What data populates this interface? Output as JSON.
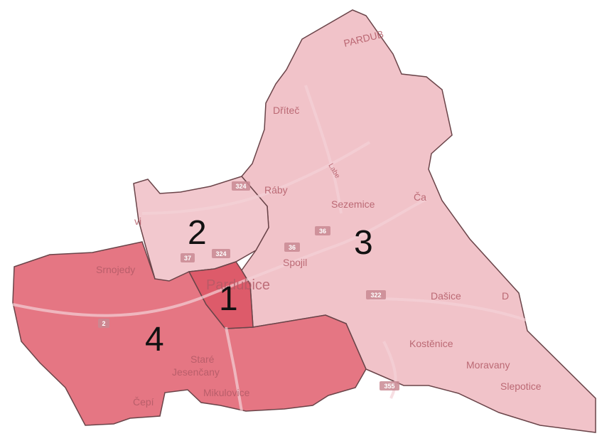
{
  "colors": {
    "zone_1": "#dd5b6a",
    "zone_2": "#f2c8ce",
    "zone_3": "#f1c3c9",
    "zone_4": "#e57683",
    "border": "#6a4449"
  },
  "zones": [
    {
      "number": "1"
    },
    {
      "number": "2"
    },
    {
      "number": "3"
    },
    {
      "number": "4"
    }
  ],
  "places": {
    "parduba": "PARDUB",
    "dritec": "Dříteč",
    "raby": "Ráby",
    "sezemice": "Sezemice",
    "ca": "Ča",
    "srnojedy": "Srnojedy",
    "pardubice": "Pardubice",
    "spojil": "Spojil",
    "dasice": "Dašice",
    "kostenice": "Kostěnice",
    "moravany": "Moravany",
    "slepotice": "Slepotice",
    "stare": "Staré",
    "jesencany": "Jesenčany",
    "mikulovice": "Mikulovice",
    "cepi": "Čepí",
    "d_edge": "D",
    "vi_edge": "vi",
    "labe": "Labe"
  },
  "roads": {
    "r324a": "324",
    "r324b": "324",
    "r37": "37",
    "r36a": "36",
    "r36b": "36",
    "r322": "322",
    "r2": "2",
    "r355": "355"
  }
}
